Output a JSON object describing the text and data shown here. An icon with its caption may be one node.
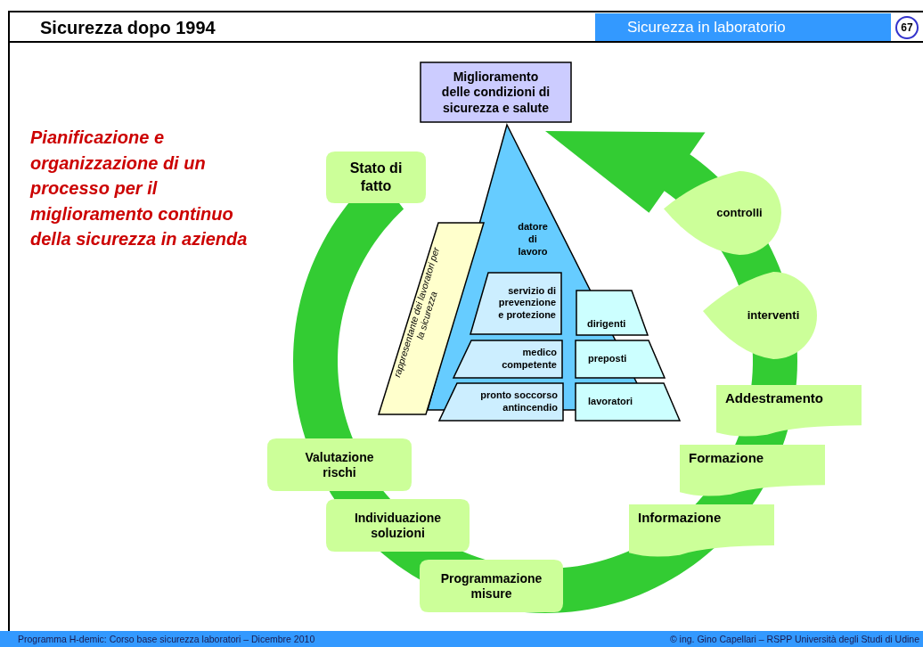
{
  "diagram": {
    "title": "Sicurezza dopo 1994",
    "nodes": [
      {
        "text": [
          "Miglioramento delle condizioni di sicurezza e salute"
        ]
      },
      {
        "text": [
          "Stato di fatto"
        ]
      },
      {
        "text": [
          "datore di lavoro"
        ]
      },
      {
        "text": [
          "servizio di prevenzione e protezione"
        ],
        "in": 2
      },
      {
        "text": [
          "dirigenti"
        ]
      },
      {
        "text": [
          "medico competente"
        ],
        "in": 2
      },
      {
        "text": [
          "preposti"
        ]
      },
      {
        "text": [
          "pronto soccorso antincendio"
        ]
      },
      {
        "text": [
          "lavoratori"
        ]
      },
      {
        "text": [
          "rappresentante dei lavoratori per la sicurezza"
        ]
      },
      {
        "text": [
          "controlli"
        ]
      },
      {
        "text": [
          "interventi"
        ]
      },
      {
        "text": [
          "Addestramento"
        ]
      },
      {
        "text": [
          "Formazione"
        ]
      },
      {
        "text": [
          "Informazione"
        ]
      },
      {
        "text": [
          "Valutazione rischi"
        ]
      },
      {
        "text": [
          "Individuazione soluzioni"
        ]
      },
      {
        "text": [
          "Programmazione misure"
        ]
      }
    ],
    "edges": [],
    "labels": [
      "Sicurezza in laboratorio",
      "67",
      "Pianificazione e organizzazione di un processo per il miglioramento continuo della sicurezza in azienda",
      "Programma H-demic: Corso base sicurezza laboratori – Dicembre 2010",
      "© ing. Gino Capellari – RSPP Università degli Studi di Udine"
    ]
  }
}
